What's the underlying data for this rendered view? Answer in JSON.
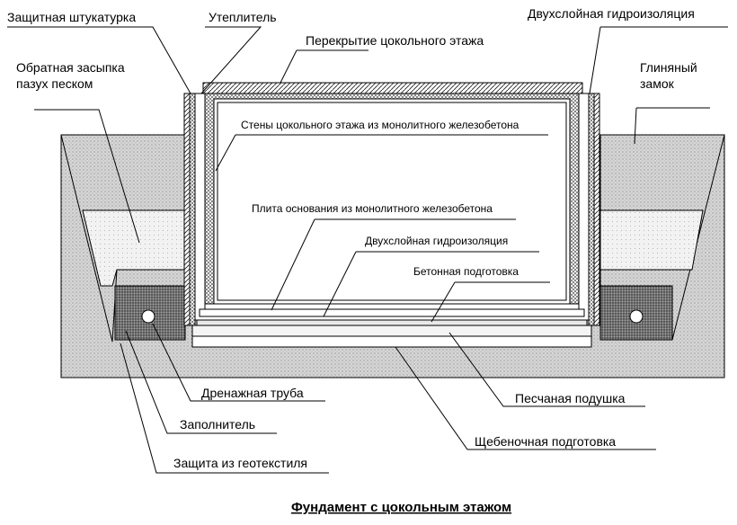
{
  "title": "Фундамент с цокольным этажом",
  "labels": {
    "protective_plaster": "Защитная штукатурка",
    "insulation": "Утеплитель",
    "double_waterproofing_top": "Двухслойная гидроизоляция",
    "floor_slab": "Перекрытие цокольного этажа",
    "backfill_line1": "Обратная засыпка",
    "backfill_line2": "пазух песком",
    "clay_lock_line1": "Глиняный",
    "clay_lock_line2": "замок",
    "walls": "Стены цокольного этажа из монолитного железобетона",
    "base_slab": "Плита основания из монолитного железобетона",
    "double_waterproofing_inner": "Двухслойная гидроизоляция",
    "concrete_prep": "Бетонная подготовка",
    "drain_pipe": "Дренажная труба",
    "sand_cushion": "Песчаная подушка",
    "filler": "Заполнитель",
    "gravel_prep": "Щебеночная подготовка",
    "geotextile": "Защита из геотекстиля"
  }
}
